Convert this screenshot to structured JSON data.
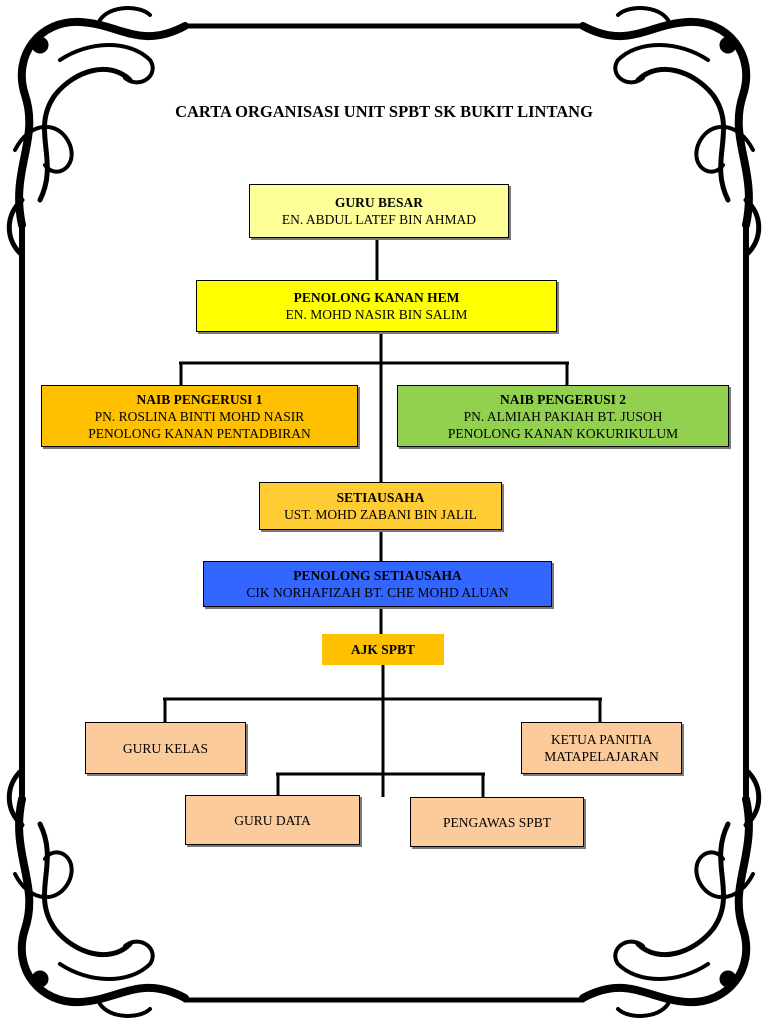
{
  "title": "CARTA ORGANISASI UNIT SPBT SK BUKIT LINTANG",
  "colors": {
    "guru_besar": "#ffff99",
    "penolong_kanan_hem": "#ffff00",
    "naib_1": "#ffc000",
    "naib_2": "#92d050",
    "setiausaha": "#ffcc33",
    "penolong_setiausaha": "#3366ff",
    "ajk": "#ffc000",
    "members": "#fccb9c",
    "connector": "#000000"
  },
  "nodes": {
    "guru_besar": {
      "title": "GURU BESAR",
      "name": "EN. ABDUL LATEF BIN AHMAD"
    },
    "penolong_kanan_hem": {
      "title": "PENOLONG KANAN HEM",
      "name": "EN. MOHD NASIR BIN SALIM"
    },
    "naib_pengerusi_1": {
      "title": "NAIB PENGERUSI 1",
      "name": "PN. ROSLINA BINTI MOHD NASIR",
      "role": "PENOLONG KANAN PENTADBIRAN"
    },
    "naib_pengerusi_2": {
      "title": "NAIB PENGERUSI 2",
      "name": "PN. ALMIAH PAKIAH BT. JUSOH",
      "role": "PENOLONG KANAN KOKURIKULUM"
    },
    "setiausaha": {
      "title": "SETIAUSAHA",
      "name": "UST. MOHD ZABANI BIN JALIL"
    },
    "penolong_setiausaha": {
      "title": "PENOLONG SETIAUSAHA",
      "name": "CIK NORHAFIZAH BT. CHE MOHD ALUAN"
    },
    "ajk_spbt": {
      "title": "AJK SPBT"
    },
    "guru_kelas": {
      "label": "GURU KELAS"
    },
    "ketua_panitia": {
      "line1": "KETUA PANITIA",
      "line2": "MATAPELAJARAN"
    },
    "guru_data": {
      "label": "GURU DATA"
    },
    "pengawas_spbt": {
      "label": "PENGAWAS SPBT"
    }
  }
}
